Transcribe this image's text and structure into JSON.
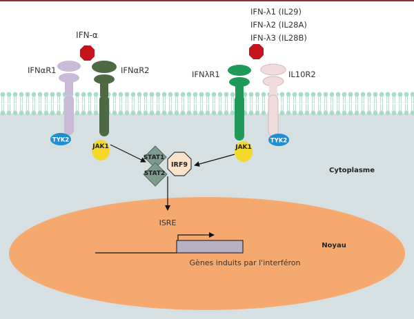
{
  "ligands": {
    "alpha": "IFN-α",
    "lambda1": "IFN-λ1 (IL29)",
    "lambda2": "IFN-λ2 (IL28A)",
    "lambda3": "IFN-λ3 (IL28B)"
  },
  "receptors": {
    "ifnar1": "IFNαR1",
    "ifnar2": "IFNαR2",
    "ifnlr1": "IFNλR1",
    "il10r2": "IL10R2"
  },
  "kinases": {
    "tyk2_left": "TYK2",
    "jak1_left": "JAK1",
    "jak1_right": "JAK1",
    "tyk2_right": "TYK2"
  },
  "complex": {
    "stat1": "STAT1",
    "stat2": "STAT2",
    "irf9": "IRF9"
  },
  "compartments": {
    "cytoplasm": "Cytoplasme",
    "nucleus": "Noyau"
  },
  "nucleus_content": {
    "isre": "ISRE",
    "genes": "Gènes induits par l'interféron"
  },
  "colors": {
    "frame": "#8b2d3a",
    "cytoplasm_bg": "#d6dfe1",
    "nucleus_fill": "#f5a96f",
    "receptor_lilac": "#cbbad7",
    "receptor_darkgreen": "#4d6a43",
    "receptor_green": "#1f9a58",
    "receptor_pink": "#f0dcdc",
    "ligand_red": "#c4151c",
    "jak_yellow": "#f5d92a",
    "tyk_blue": "#1e8fd6",
    "stat_green": "#7b9c8f",
    "irf9_fill": "#fbe3cb",
    "gene_box": "#b8b0c2"
  }
}
